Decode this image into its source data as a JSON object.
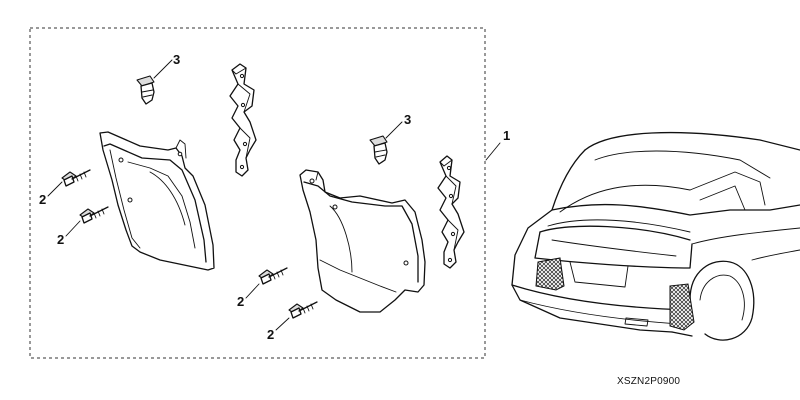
{
  "diagram": {
    "callouts": {
      "kit": "1",
      "screw_a": "2",
      "screw_b": "2",
      "screw_c": "2",
      "screw_d": "2",
      "clip_a": "3",
      "clip_b": "3"
    },
    "part_code": "XSZN2P0900"
  }
}
